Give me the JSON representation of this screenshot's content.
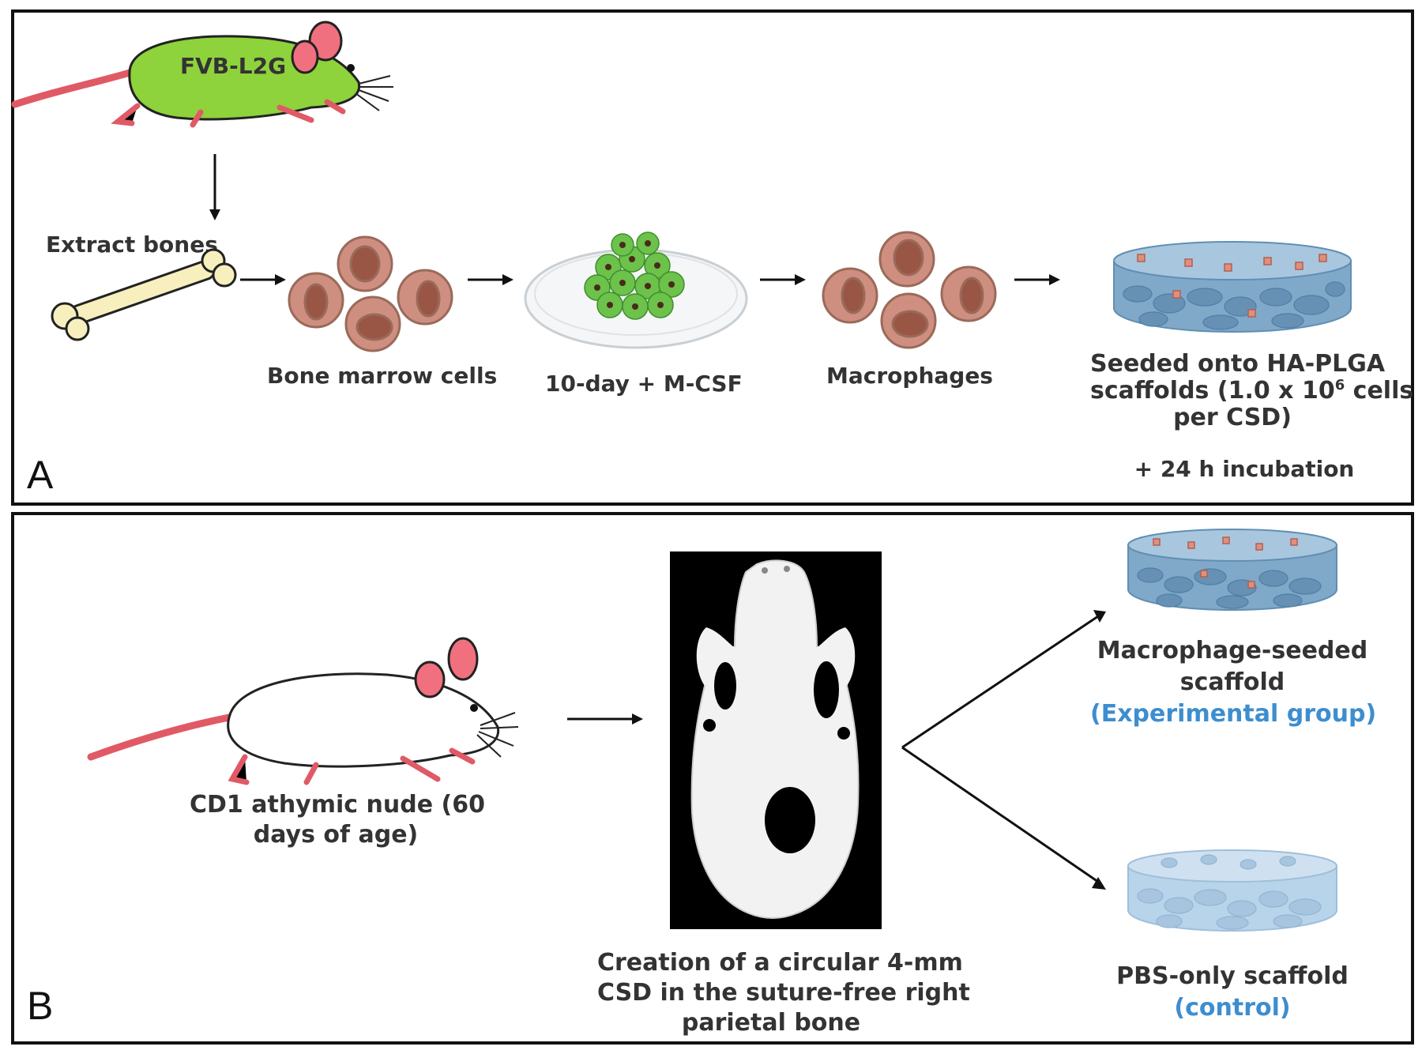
{
  "panel_a": {
    "letter": "A",
    "mouse_label": "FVB-L2G",
    "extract_bones": "Extract bones",
    "bone_marrow_cells": "Bone marrow cells",
    "culture": "10-day + M-CSF",
    "macrophages": "Macrophages",
    "seeded_prefix": "Seeded onto HA-PLGA",
    "seeded_line2_pre": "scaffolds (1.0 x 10",
    "seeded_sup": "6",
    "seeded_line2_post": " cells",
    "seeded_line3": "per CSD)",
    "incubation": "+ 24 h incubation"
  },
  "panel_b": {
    "letter": "B",
    "mouse_line1": "CD1 athymic nude (60",
    "mouse_line2": "days of age)",
    "creation_line1": "Creation of a circular 4-mm",
    "creation_line2": "CSD in the suture-free right",
    "creation_line3": "parietal bone",
    "exp_line1": "Macrophage-seeded",
    "exp_line2": "scaffold",
    "exp_group": "(Experimental group)",
    "ctrl_line1": "PBS-only scaffold",
    "ctrl_group": "(control)"
  },
  "colors": {
    "green_mouse": "#8ed23c",
    "ear_pink": "#f07080",
    "cell_fill": "#cf8f80",
    "nucleus": "#9a5645",
    "scaffold": "#7fa8c9",
    "scaffold_light": "#b8d4ea",
    "bone": "#f7efbe",
    "group_text": "#3d8ecf"
  }
}
